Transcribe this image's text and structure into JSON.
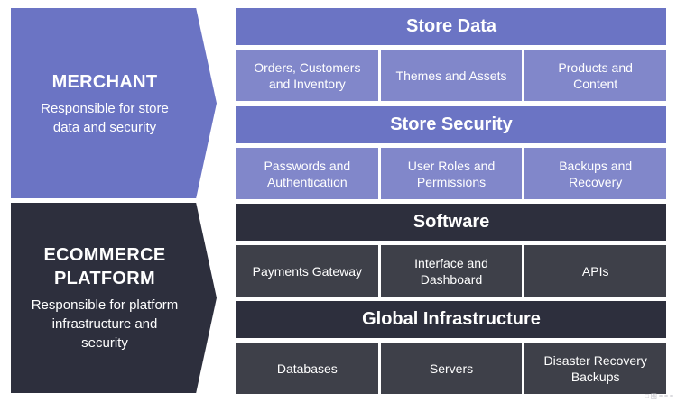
{
  "merchant": {
    "title": "MERCHANT",
    "description": "Responsible for store\ndata and security"
  },
  "platform": {
    "title": "ECOMMERCE\nPLATFORM",
    "description": "Responsible for platform\ninfrastructure and\nsecurity"
  },
  "layers": {
    "store_data": {
      "title": "Store Data",
      "items": [
        "Orders, Customers\nand Inventory",
        "Themes and Assets",
        "Products and\nContent"
      ]
    },
    "store_security": {
      "title": "Store Security",
      "items": [
        "Passwords and\nAuthentication",
        "User Roles and\nPermissions",
        "Backups and\nRecovery"
      ]
    },
    "software": {
      "title": "Software",
      "items": [
        "Payments Gateway",
        "Interface and\nDashboard",
        "APIs"
      ]
    },
    "global_infrastructure": {
      "title": "Global Infrastructure",
      "items": [
        "Databases",
        "Servers",
        "Disaster Recovery\nBackups"
      ]
    }
  },
  "watermark": "□ 图 ≡ ≡ ≡",
  "colors": {
    "merchant_header": "#6b74c4",
    "merchant_cell": "#8187ca",
    "platform_header": "#2d2f3d",
    "platform_cell": "#3e4049"
  }
}
